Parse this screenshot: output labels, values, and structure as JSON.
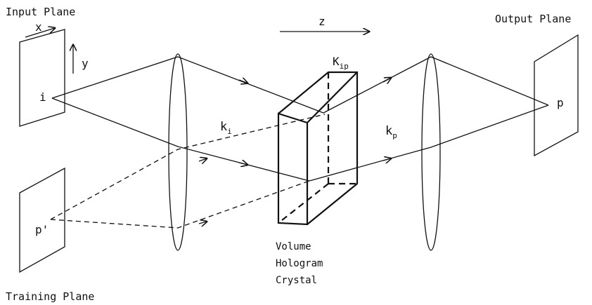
{
  "labels": {
    "input_plane": "Input Plane",
    "output_plane": "Output Plane",
    "training_plane": "Training Plane",
    "axis_x": "x",
    "axis_y": "y",
    "axis_z": "z",
    "point_i": "i",
    "point_p": "p",
    "point_p_prime": "p'",
    "k_i": "k",
    "k_i_sub": "i",
    "k_p": "k",
    "k_p_sub": "p",
    "K_ip": "K",
    "K_ip_sub": "ip",
    "crystal_line1": "Volume",
    "crystal_line2": "Hologram",
    "crystal_line3": "Crystal"
  }
}
